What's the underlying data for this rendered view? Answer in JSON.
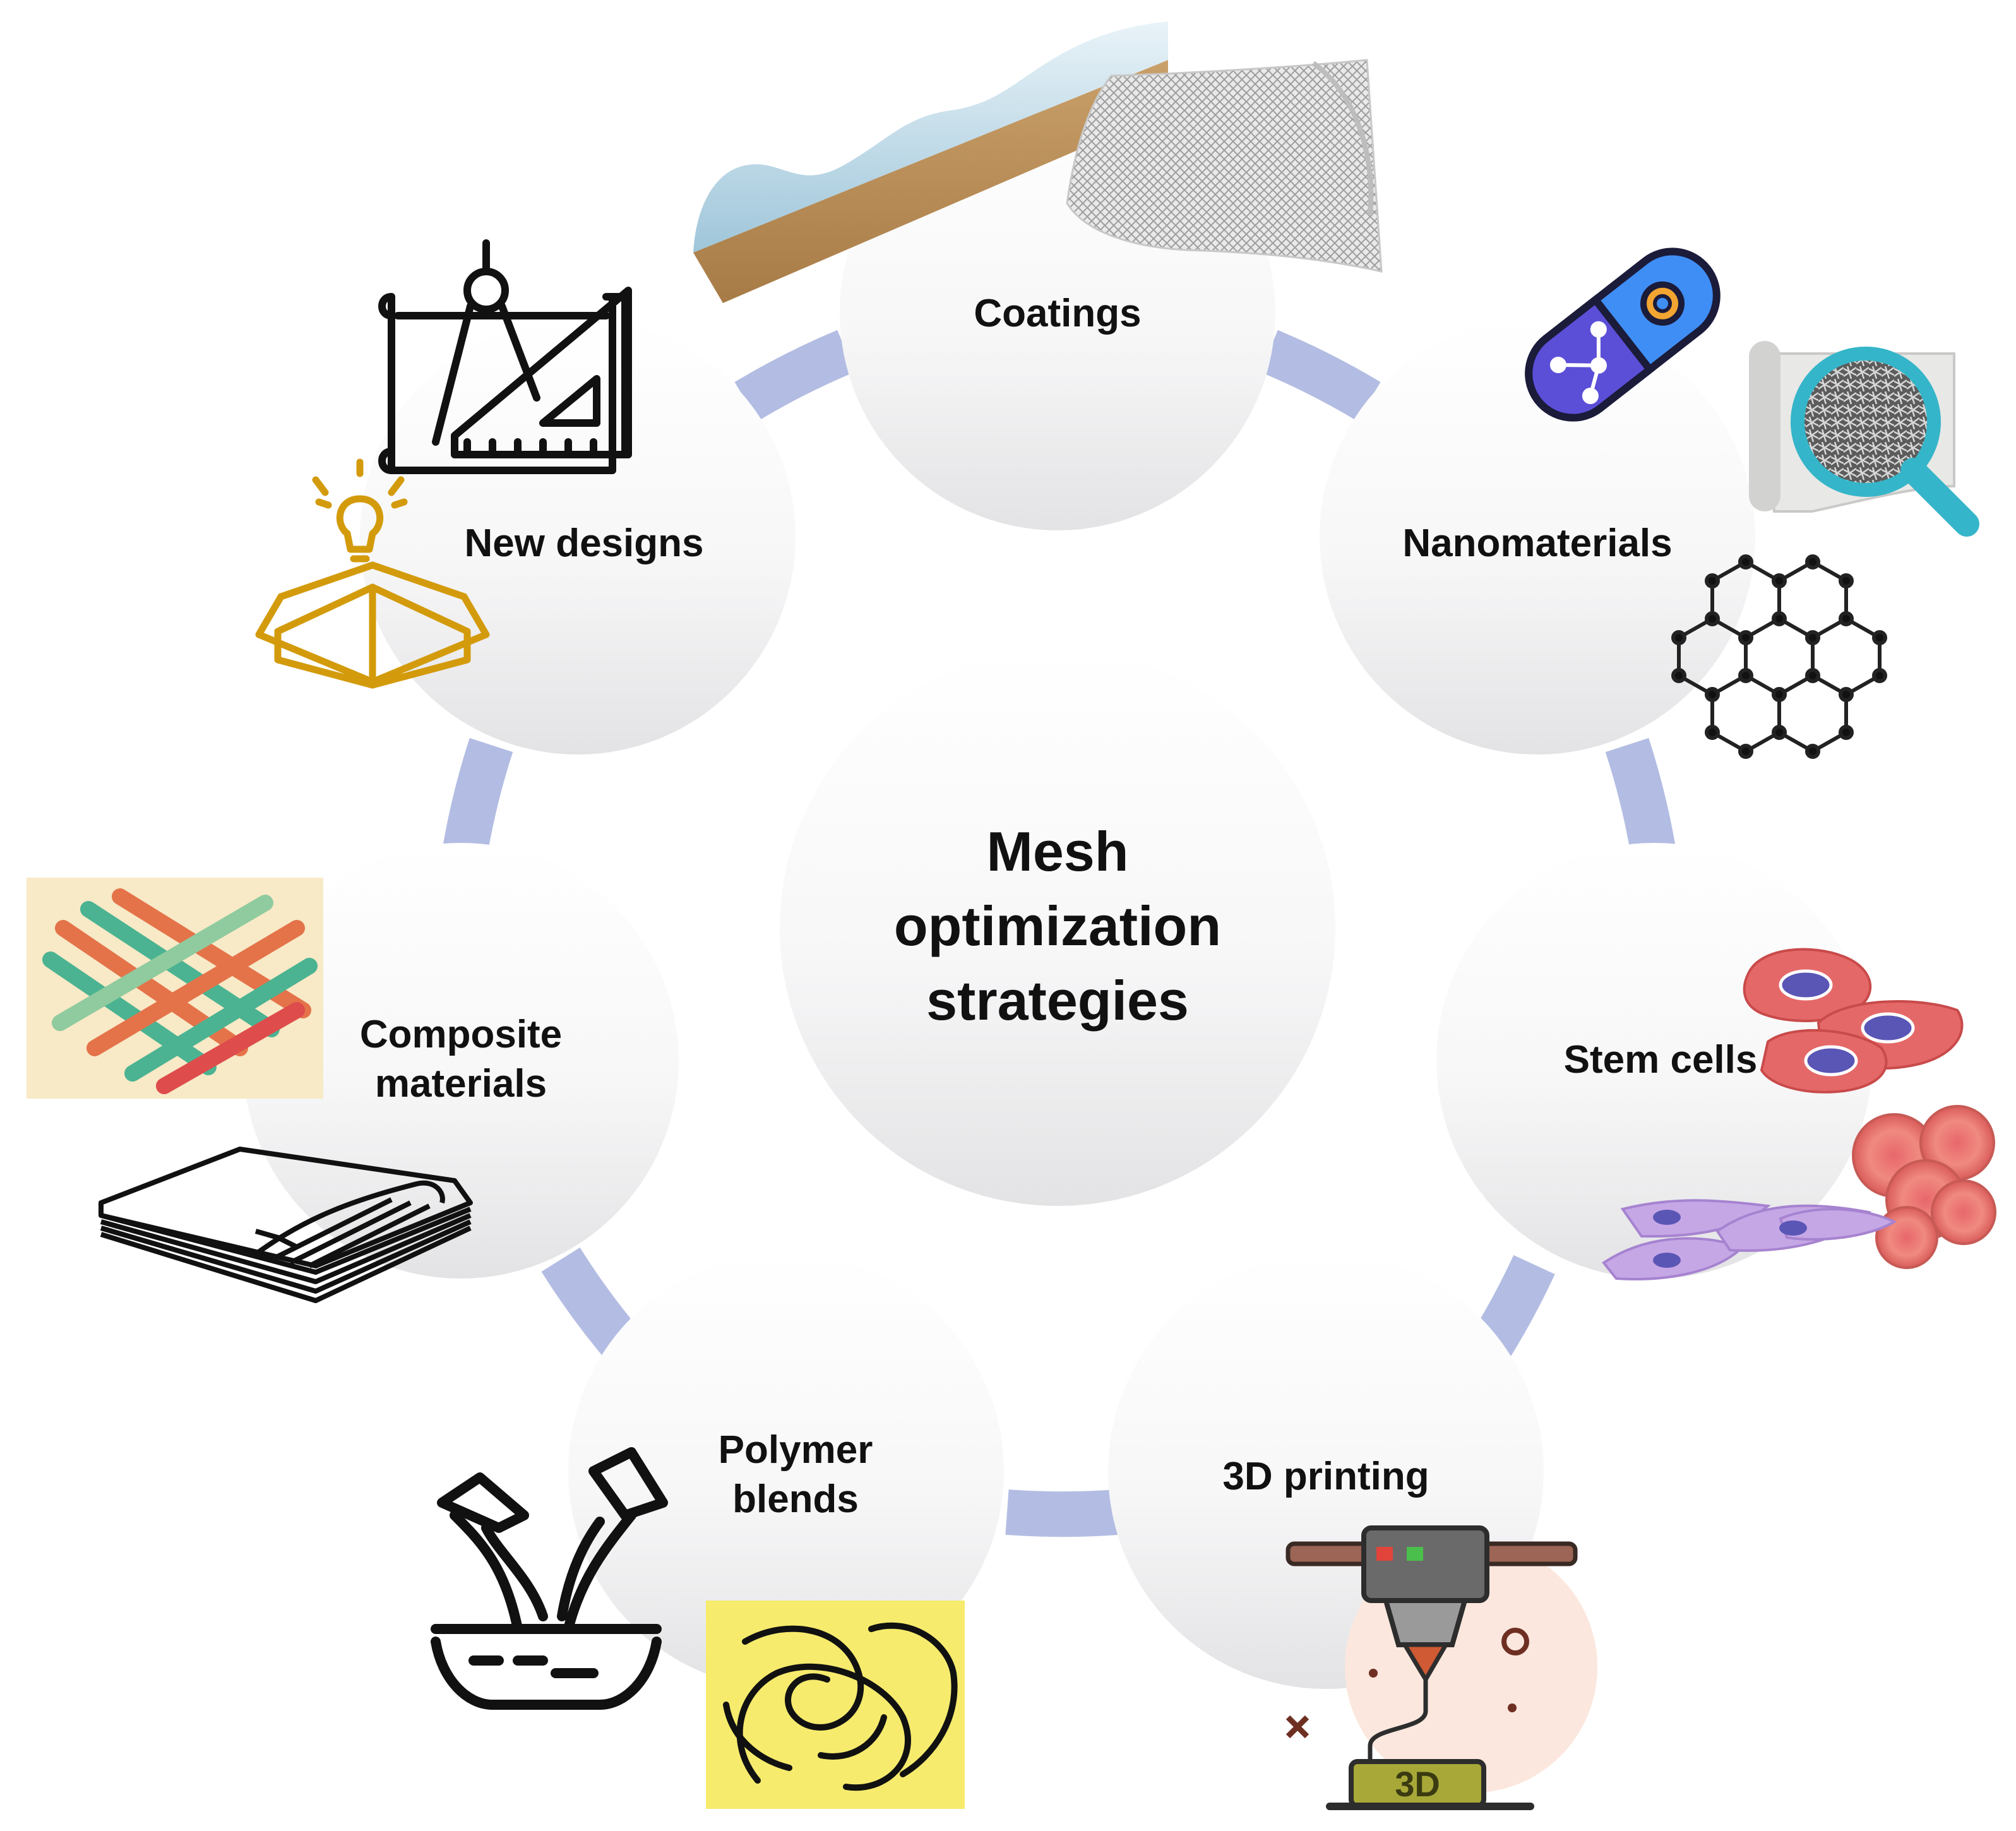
{
  "center": {
    "line1": "Mesh",
    "line2": "optimization",
    "line3": "strategies"
  },
  "nodes": {
    "coatings": "Coatings",
    "nanomaterials": "Nanomaterials",
    "stem_cells": "Stem cells",
    "printing": "3D printing",
    "polymer": {
      "line1": "Polymer",
      "line2": "blends"
    },
    "composite": {
      "line1": "Composite",
      "line2": "materials"
    },
    "designs": "New designs"
  },
  "icons": {
    "coatings": "mesh-coating-illustration",
    "nanomaterials": "nanomaterial-capsule-graphene-icons",
    "stem_cells": "stem-cell-illustration",
    "printing": "3d-printer-icon",
    "printer_badge": "3D",
    "polymer": "polymer-blend-icon",
    "composite": "woven-composite-mesh-icons",
    "designs": "design-tools-idea-box-icons"
  },
  "colors": {
    "ring": "#b3bde3",
    "bubble_top": "#ffffff",
    "bubble_bottom": "#e4e4e6",
    "text": "#111111",
    "design_gold": "#d39b0c",
    "capsule_purple": "#5b4fd8",
    "capsule_blue": "#3f8ef5",
    "magnifier_teal": "#35b5c9",
    "cell_red": "#e56868",
    "cell_purple": "#c6a7e6",
    "blend_yellow": "#f6eb6d"
  }
}
